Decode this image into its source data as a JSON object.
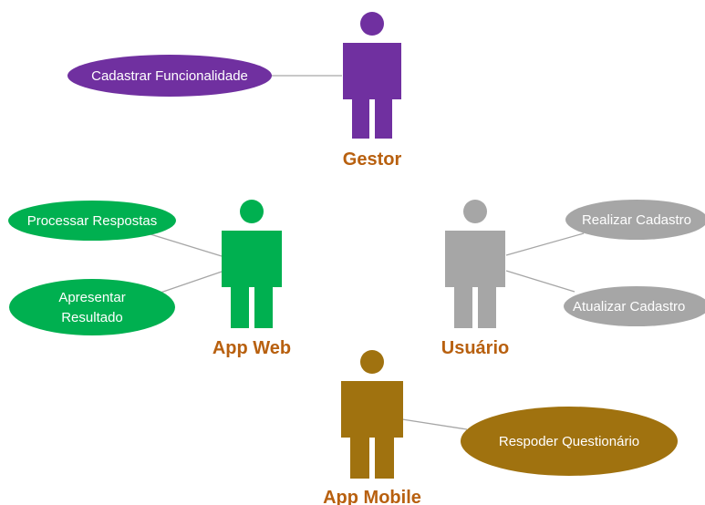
{
  "colors": {
    "gestor": "#7030a0",
    "app_web": "#00b050",
    "usuario": "#a6a6a6",
    "app_mobile": "#a0720f",
    "actor_label": "#b8600f",
    "connector": "#a6a6a6"
  },
  "actors": {
    "gestor": {
      "name": "Gestor",
      "icon": "actor-icon"
    },
    "app_web": {
      "name": "App Web",
      "icon": "actor-icon"
    },
    "usuario": {
      "name": "Usuário",
      "icon": "actor-icon"
    },
    "app_mobile": {
      "name": "App Mobile",
      "icon": "actor-icon"
    }
  },
  "use_cases": {
    "cadastrar_funcionalidade": {
      "lines": [
        "Cadastrar Funcionalidade"
      ],
      "actor": "gestor"
    },
    "processar_respostas": {
      "lines": [
        "Processar Respostas"
      ],
      "actor": "app_web"
    },
    "apresentar_resultado": {
      "lines": [
        "Apresentar",
        "Resultado"
      ],
      "actor": "app_web"
    },
    "realizar_cadastro": {
      "lines": [
        "Realizar Cadastro"
      ],
      "actor": "usuario"
    },
    "atualizar_cadastro": {
      "lines": [
        "Atualizar Cadastro"
      ],
      "actor": "usuario"
    },
    "respoder_questionario": {
      "lines": [
        "Respoder Questionário"
      ],
      "actor": "app_mobile"
    }
  }
}
